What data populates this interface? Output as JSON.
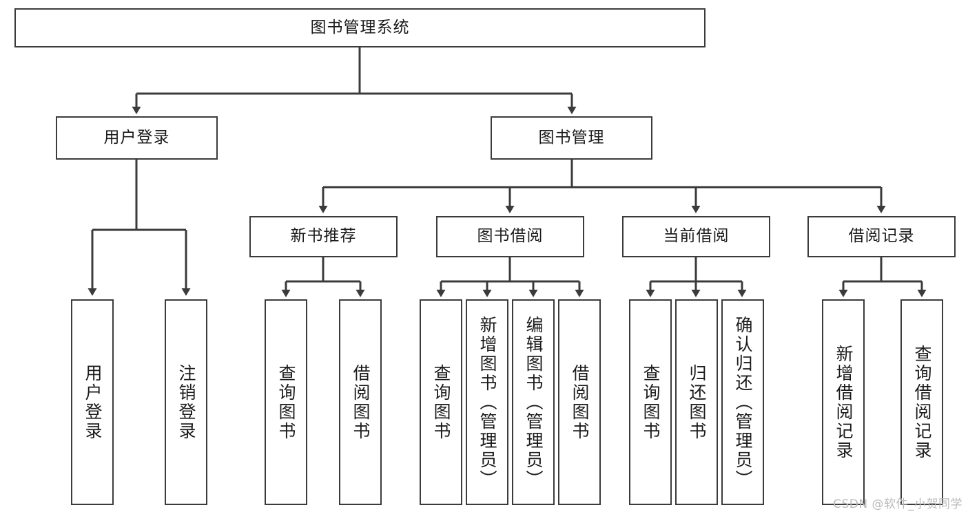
{
  "diagram": {
    "title": "图书管理系统",
    "type": "tree-hierarchy",
    "colors": {
      "stroke": "#3b3b3b",
      "fill": "#ffffff",
      "text": "#1b1b1b",
      "watermark": "#b9b9b9"
    },
    "root": {
      "label": "图书管理系统"
    },
    "level2": [
      {
        "label": "用户登录"
      },
      {
        "label": "图书管理"
      }
    ],
    "level3": [
      {
        "label": "新书推荐"
      },
      {
        "label": "图书借阅"
      },
      {
        "label": "当前借阅"
      },
      {
        "label": "借阅记录"
      }
    ],
    "leaves": {
      "user_login": [
        {
          "label": "用户登录"
        },
        {
          "label": "注销登录"
        }
      ],
      "new_book": [
        {
          "label": "查询图书"
        },
        {
          "label": "借阅图书"
        }
      ],
      "book_borrow": [
        {
          "label": "查询图书"
        },
        {
          "label": "新增图书（管理员）"
        },
        {
          "label": "编辑图书（管理员）"
        },
        {
          "label": "借阅图书"
        }
      ],
      "current_borrow": [
        {
          "label": "查询图书"
        },
        {
          "label": "归还图书"
        },
        {
          "label": "确认归还（管理员）"
        }
      ],
      "borrow_record": [
        {
          "label": "新增借阅记录"
        },
        {
          "label": "查询借阅记录"
        }
      ]
    }
  },
  "watermark": {
    "text": "CSDN @软件_小贺同学"
  }
}
